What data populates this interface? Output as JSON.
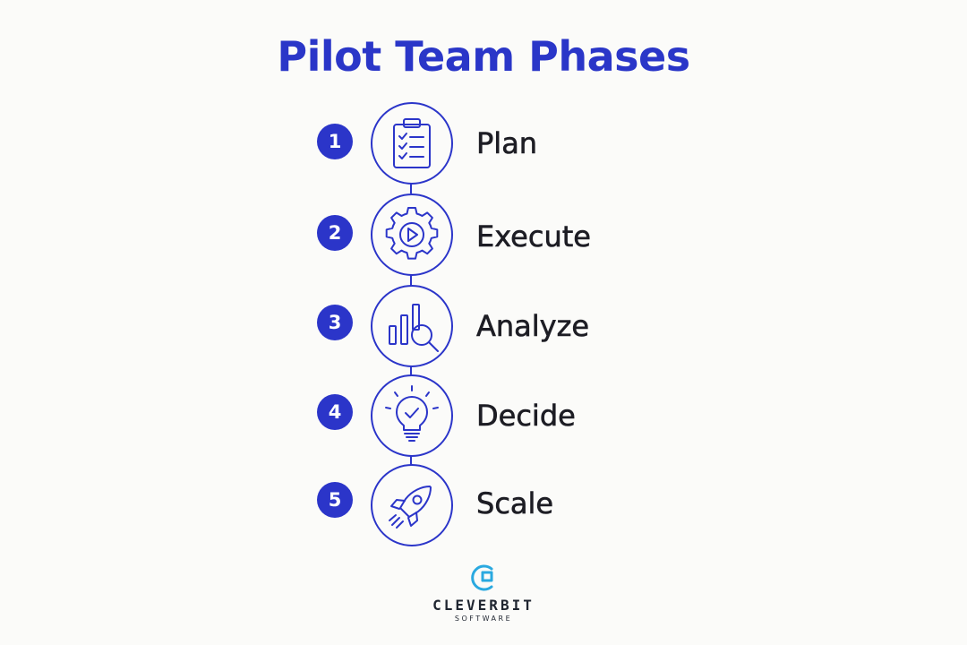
{
  "title": "Pilot Team Phases",
  "phases": [
    {
      "number": "1",
      "label": "Plan",
      "icon": "clipboard-checklist-icon"
    },
    {
      "number": "2",
      "label": "Execute",
      "icon": "gear-play-icon"
    },
    {
      "number": "3",
      "label": "Analyze",
      "icon": "bar-chart-magnifier-icon"
    },
    {
      "number": "4",
      "label": "Decide",
      "icon": "lightbulb-check-icon"
    },
    {
      "number": "5",
      "label": "Scale",
      "icon": "rocket-icon"
    }
  ],
  "logo": {
    "name": "CLEVERBIT",
    "subtitle": "SOFTWARE",
    "icon": "cleverbit-logo-icon"
  },
  "colors": {
    "accent": "#2b35c9",
    "title": "#2a36c8",
    "text": "#1d1d24",
    "background": "#fbfbf9",
    "logo_blue": "#2aa9e0"
  }
}
